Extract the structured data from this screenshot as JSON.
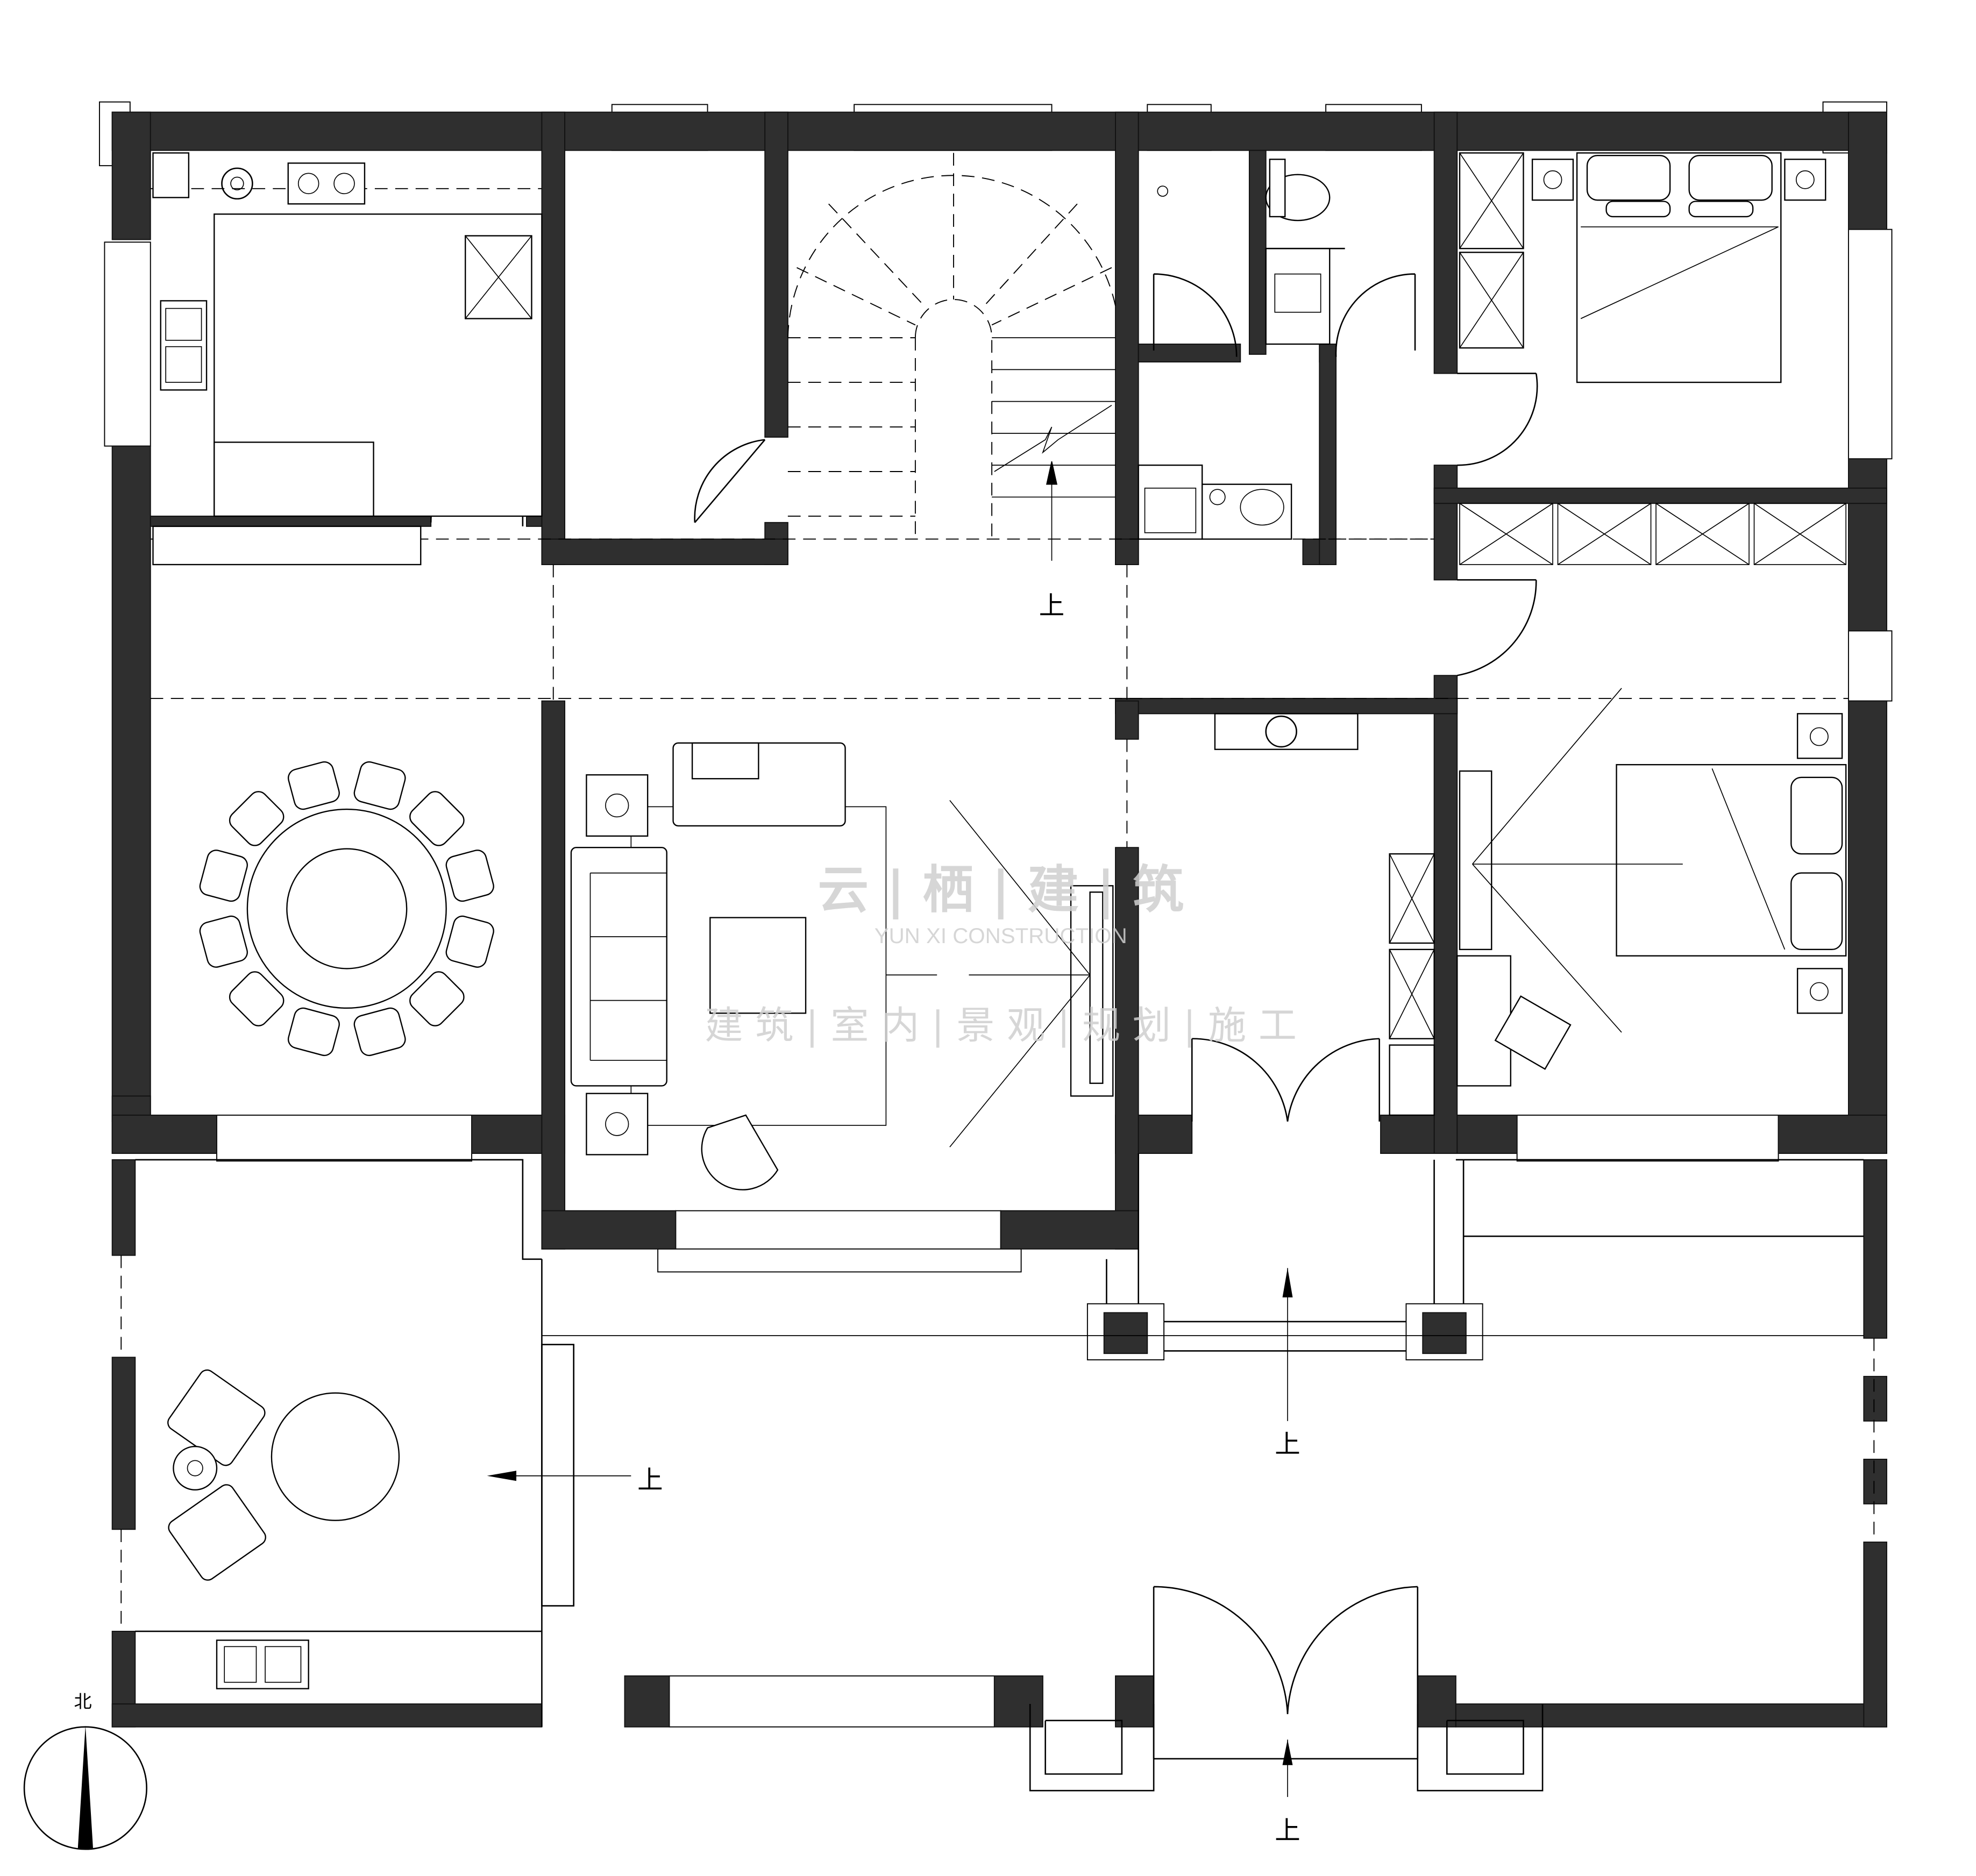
{
  "watermark": {
    "brand": "云 | 栖 | 建 | 筑",
    "brand_en": "YUN XI CONSTRUCTION",
    "tagline": "建 筑 | 室 内 | 景 观 | 规 划 | 施 工"
  },
  "labels": {
    "stair_up": "上",
    "entrance_up": "上",
    "terrace_up": "上",
    "front_up": "上",
    "north": "北"
  },
  "colors": {
    "wall": "#2f2f2f",
    "line": "#000000",
    "watermark": "#cfcfcf"
  }
}
